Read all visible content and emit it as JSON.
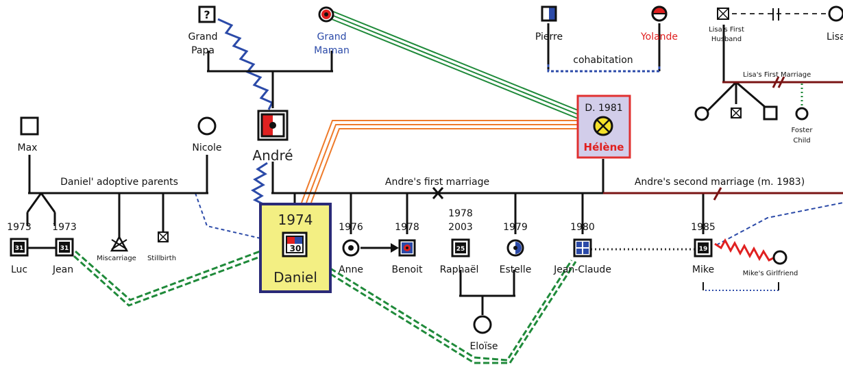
{
  "people": {
    "grand_papa": {
      "line1": "Grand",
      "line2": "Papa",
      "icon_text": "?"
    },
    "grand_maman": {
      "line1": "Grand",
      "line2": "Maman"
    },
    "pierre": {
      "name": "Pierre"
    },
    "yolande": {
      "name": "Yolande"
    },
    "lisa_first_husband": {
      "line1": "Lisa's First",
      "line2": "Husband"
    },
    "lisa": {
      "name": "Lisa"
    },
    "max": {
      "name": "Max"
    },
    "nicole": {
      "name": "Nicole"
    },
    "andre": {
      "name": "André"
    },
    "helene": {
      "name": "Hélène",
      "death": "D. 1981"
    },
    "foster_child": {
      "line1": "Foster",
      "line2": "Child"
    },
    "luc": {
      "name": "Luc",
      "year": "1973",
      "age": "31"
    },
    "jean": {
      "name": "Jean",
      "year": "1973",
      "age": "31"
    },
    "miscarriage": {
      "name": "Miscarriage"
    },
    "stillbirth": {
      "name": "Stillbirth"
    },
    "daniel": {
      "name": "Daniel",
      "year": "1974",
      "age": "30"
    },
    "anne": {
      "name": "Anne",
      "year": "1976"
    },
    "benoit": {
      "name": "Benoit",
      "year": "1978"
    },
    "raphael": {
      "name": "Raphaël",
      "year": "2003",
      "age": "25"
    },
    "estelle": {
      "name": "Estelle",
      "year": "1979"
    },
    "jean_claude": {
      "name": "Jean-Claude",
      "year": "1980"
    },
    "mike": {
      "name": "Mike",
      "year": "1985",
      "age": "19"
    },
    "mikes_girlfriend": {
      "name": "Mike's Girlfriend"
    },
    "eloise": {
      "name": "Eloïse"
    }
  },
  "relationships": {
    "cohabitation": "cohabitation",
    "adoptive_parents": "Daniel' adoptive parents",
    "andre_first_marriage": "Andre's first marriage",
    "andre_second_marriage": "Andre's second marriage (m. 1983)",
    "lisa_first_marriage": "Lisa's First Marriage",
    "divorce_year": "1978"
  },
  "colors": {
    "line": "#111111",
    "blue_zigzag": "#2b4aa8",
    "green_double": "#1f8a3a",
    "orange_triple": "#ee7a2a",
    "maroon": "#7a1414",
    "red_zigzag": "#e02020",
    "daniel_box_fill": "#f3ef83",
    "daniel_box_border": "#2a2a78",
    "helene_box_fill": "#d2cdea",
    "helene_box_border": "#e03030",
    "helene_symbol": "#f4e02a"
  }
}
